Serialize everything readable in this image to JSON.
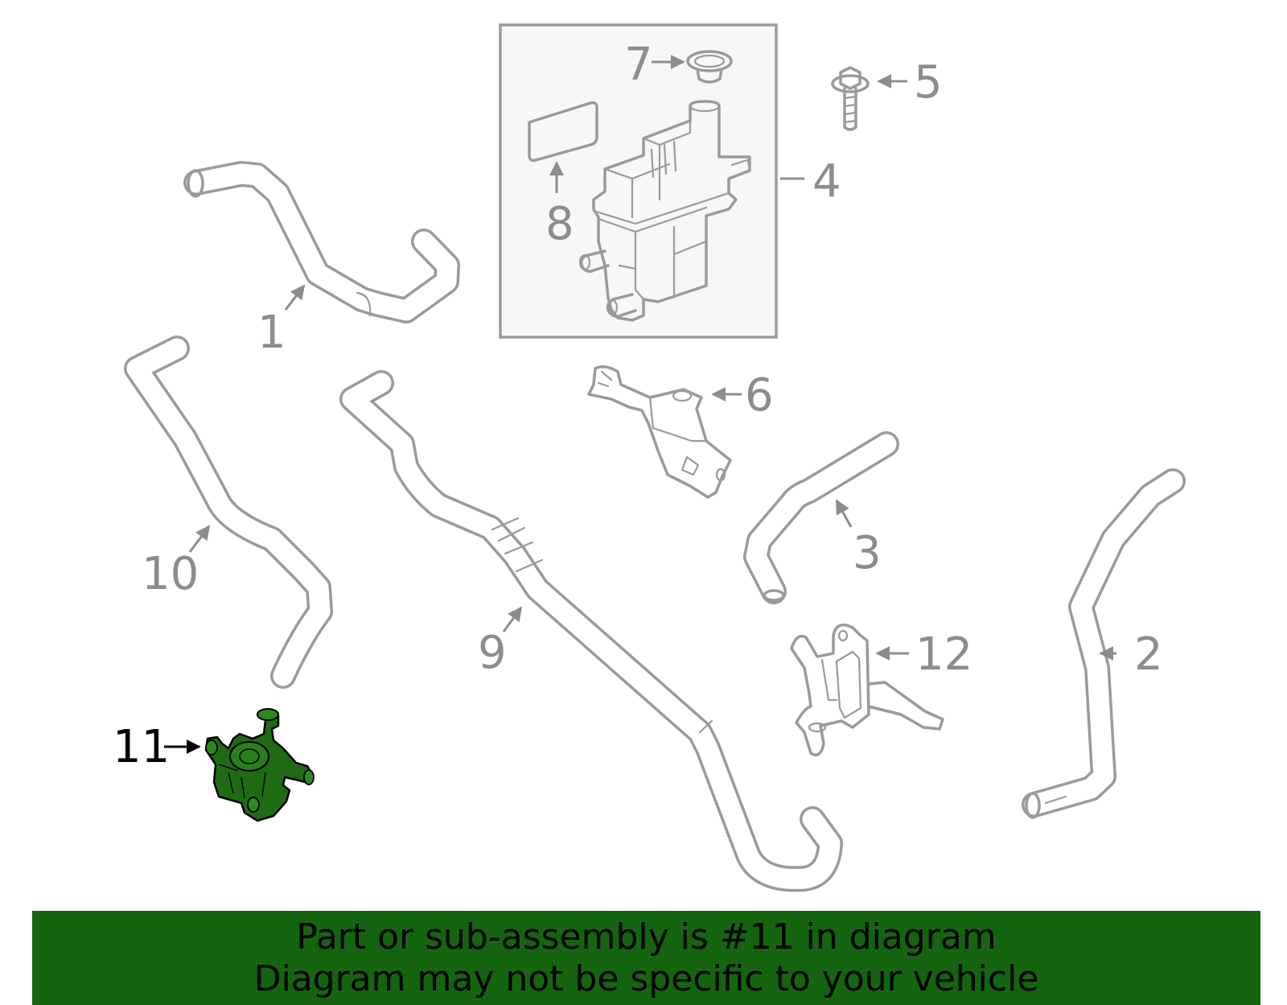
{
  "colors": {
    "line_art": "#9a9a9a",
    "highlight_part": "#1f6b14",
    "banner_background": "#146410",
    "banner_text": "#000000"
  },
  "callouts": [
    {
      "number": "1"
    },
    {
      "number": "2"
    },
    {
      "number": "3"
    },
    {
      "number": "4"
    },
    {
      "number": "5"
    },
    {
      "number": "6"
    },
    {
      "number": "7"
    },
    {
      "number": "8"
    },
    {
      "number": "9"
    },
    {
      "number": "10"
    },
    {
      "number": "11",
      "highlighted": true
    },
    {
      "number": "12"
    }
  ],
  "banner": {
    "line1": "Part or sub-assembly is #11 in diagram",
    "line2": "Diagram may not be specific to your vehicle"
  }
}
